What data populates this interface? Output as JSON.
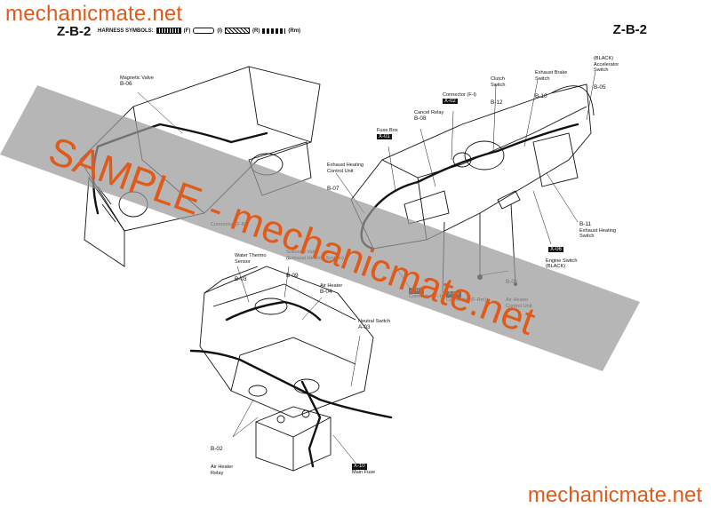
{
  "watermark": {
    "top": "mechanicmate.net",
    "bottom": "mechanicmate.net",
    "banner": "SAMPLE - mechanicmate.net"
  },
  "header": {
    "code_left": "Z-B-2",
    "code_right": "Z-B-2",
    "symbols_label": "HARNESS SYMBOLS:",
    "symbols": [
      {
        "tag": "(F)"
      },
      {
        "tag": "(I)"
      },
      {
        "tag": "(R)"
      },
      {
        "tag": "(Rm)"
      }
    ]
  },
  "labels": {
    "magnetic_valve": {
      "name": "Magnetic Valve",
      "code": "B-06"
    },
    "exhaust_heating_ctrl": {
      "name": "Exhaust Heating\nControl Unit",
      "code": "B-07"
    },
    "fuse_box": {
      "name": "Fuse Box",
      "code": "X-01"
    },
    "cancel_relay": {
      "name": "Cancel Relay",
      "code": "B-08"
    },
    "connector_fi": {
      "name": "Connector (F-I)",
      "code": "X-02"
    },
    "clutch_switch": {
      "name": "Clutch\nSwitch",
      "code": "B-12"
    },
    "exhaust_brake_switch": {
      "name": "Exhaust Brake\nSwitch",
      "code": "B-10"
    },
    "accelerator_switch": {
      "name": "(BLACK)\nAccelerator\nSwitch",
      "code": "B-05"
    },
    "exhaust_heating_switch": {
      "name": "Exhaust Heating\nSwitch",
      "code": "B-11"
    },
    "engine_switch": {
      "name": "Engine Switch\n(BLACK)",
      "code": "X-06"
    },
    "air_heater_ctrl": {
      "name": "Air Heater\nControl Unit",
      "code": "B-01"
    },
    "connector_fr": {
      "name": "Connector (F-R)",
      "code": ""
    },
    "water_thermo": {
      "name": "Water Thermo\nSensor",
      "code": "B-03"
    },
    "solenoid_valve": {
      "name": "Solenoid Valve\n(Exhaust Heating System)",
      "code": "B-09"
    },
    "air_heater": {
      "name": "Air Heater",
      "code": "B-04"
    },
    "neutral_switch": {
      "name": "Neutral Switch",
      "code": "A-03"
    },
    "air_heater_relay": {
      "name": "Air Heater\nRelay",
      "code": "B-02"
    },
    "main_fuse": {
      "name": "Main Fuse",
      "code": "X-10"
    },
    "connector_fi_lower": {
      "name": "Connector (F-I)",
      "code": "X-03"
    },
    "connector_rm": {
      "name": "Connector (F-Rm)",
      "code": "X-04"
    }
  },
  "colors": {
    "watermark": "#e05a1a",
    "banner_fill": "#9a9a9a",
    "ink": "#111111"
  }
}
